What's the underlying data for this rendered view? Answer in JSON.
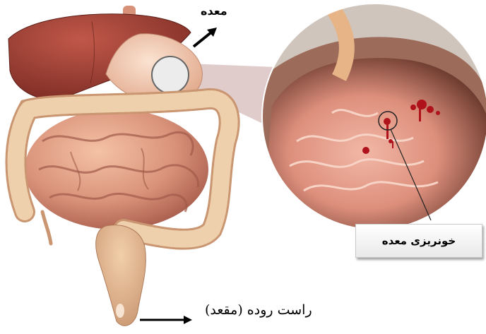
{
  "labels": {
    "stomach": "معده",
    "stomach_bleeding": "خونریزی معده",
    "rectum": "راست روده  (مقعد)"
  }
}
